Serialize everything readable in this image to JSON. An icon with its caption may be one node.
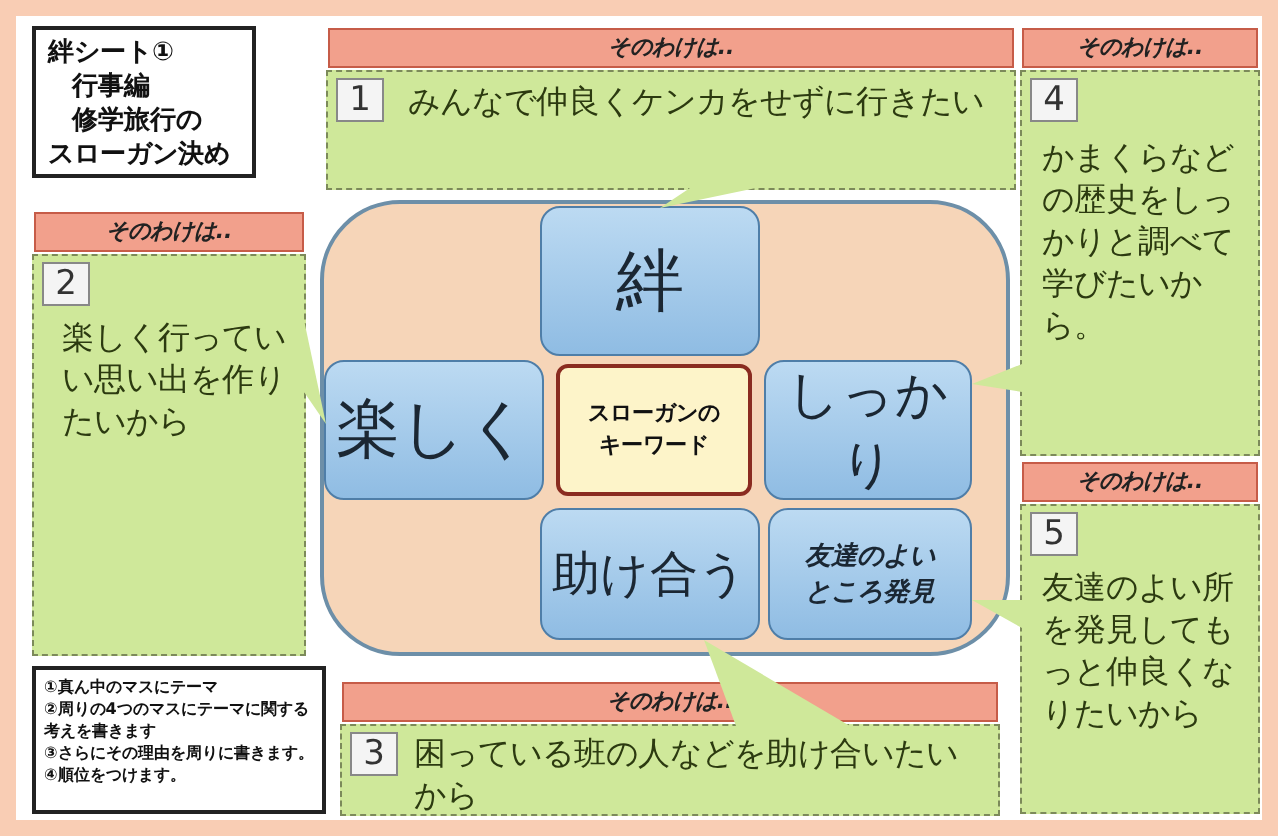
{
  "diagram": {
    "nodes": [
      {
        "text": [
          "絆シート①",
          "行事編",
          "修学旅行の",
          "スローガン決め"
        ]
      },
      {
        "text": [
          "そのわけは..",
          "1",
          "みんなで仲良くケンカをせずに行きたい"
        ]
      },
      {
        "text": [
          "そのわけは..",
          "4",
          "かまくらなどの歴史をしっかりと調べて学びたいから。"
        ]
      },
      {
        "text": [
          "そのわけは..",
          "2",
          "楽しく行っていい思い出を作りたいから"
        ]
      },
      {
        "text": [],
        "shape": "box"
      },
      {
        "text": [
          "絆"
        ],
        "in": 4
      },
      {
        "text": [
          "楽しく"
        ],
        "in": 4
      },
      {
        "text": [
          "スローガンのキーワード"
        ],
        "in": 4
      },
      {
        "text": [
          "しっかり"
        ],
        "in": 4
      },
      {
        "text": [
          "そのわけは..",
          "5",
          "友達のよい所を発見してもっと仲良くなりたいから"
        ]
      },
      {
        "text": [
          "助け合う"
        ],
        "in": 4
      },
      {
        "text": [
          "友達のよいところ発見"
        ],
        "in": 4
      },
      {
        "text": [
          "①真ん中のマスにテーマ",
          "②周りの4つのマスにテーマに関する考えを書きます",
          "③さらにその理由を周りに書きます。",
          "④順位をつけます。"
        ]
      },
      {
        "text": [
          "そのわけは..",
          "3",
          "困っている班の人などを助け合いたいから"
        ]
      }
    ],
    "edges": [
      {
        "from": 1,
        "to": 5,
        "arrow": "to"
      },
      {
        "from": 3,
        "to": 6,
        "arrow": "to"
      },
      {
        "from": 2,
        "to": 8,
        "arrow": "to"
      },
      {
        "from": 9,
        "to": 11,
        "arrow": "to"
      },
      {
        "from": 13,
        "to": 10,
        "arrow": "to"
      }
    ]
  }
}
